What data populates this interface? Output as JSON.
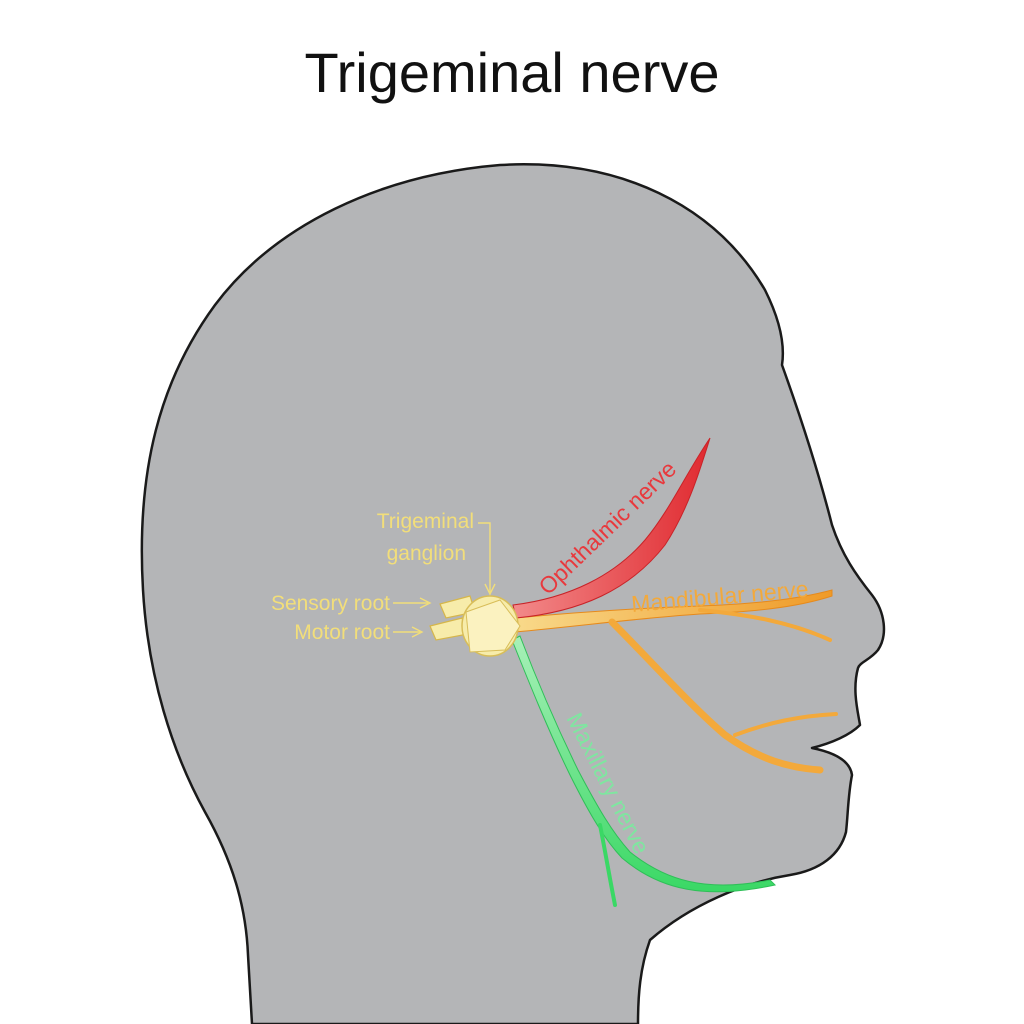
{
  "title": "Trigeminal nerve",
  "labels": {
    "trigeminal_ganglion_line1": "Trigeminal",
    "trigeminal_ganglion_line2": "ganglion",
    "sensory_root": "Sensory root",
    "motor_root": "Motor root",
    "ophthalmic_nerve": "Ophthalmic nerve",
    "mandibular_nerve": "Mandibular nerve",
    "maxillary_nerve": "Maxillary nerve"
  },
  "colors": {
    "head_fill": "#b4b5b7",
    "head_outline": "#1a1a1a",
    "label_yellow": "#f2de7a",
    "ganglion": "#f7ecaa",
    "ophthalmic": "#e8393d",
    "mandibular": "#f3a93b",
    "maxillary": "#4fe07a",
    "maxillary_label": "#7fe6a0"
  }
}
